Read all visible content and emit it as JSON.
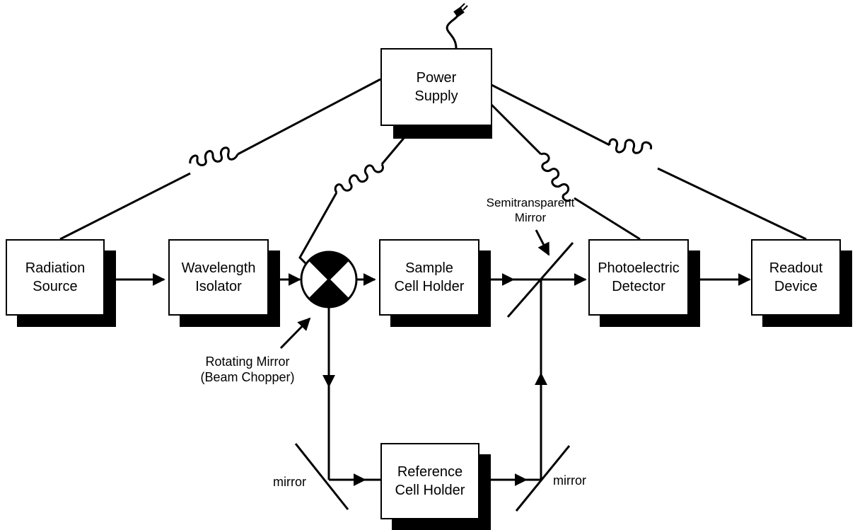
{
  "components": {
    "power_supply": "Power\nSupply",
    "radiation_source": "Radiation\nSource",
    "wavelength_isolator": "Wavelength\nIsolator",
    "sample_cell_holder": "Sample\nCell Holder",
    "photoelectric_detector": "Photoelectric\nDetector",
    "readout_device": "Readout\nDevice",
    "reference_cell_holder": "Reference\nCell Holder"
  },
  "annotations": {
    "semitransparent_mirror": "Semitransparent\nMirror",
    "rotating_mirror": "Rotating Mirror\n(Beam Chopper)",
    "mirror_left": "mirror",
    "mirror_right": "mirror"
  },
  "icons": {
    "power_plug": "power-plug-icon",
    "beam_chopper": "beam-chopper-icon"
  },
  "colors": {
    "stroke": "#000000",
    "fill": "#ffffff"
  }
}
